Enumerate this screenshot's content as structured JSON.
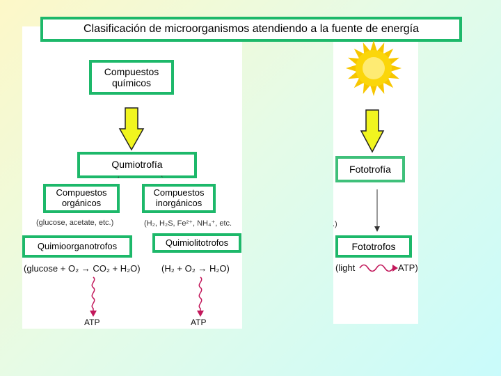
{
  "title": "Clasificación de microorganismos atendiendo a la fuente de energía",
  "colors": {
    "box_border": "#1db86a",
    "arrow_fill": "#f1f51f",
    "sun": "#f7c600",
    "wavy": "#c2185b"
  },
  "left": {
    "chemicals_label": "Compuestos químicos",
    "chemotrophy_label": "Qumiotrofía",
    "organic_label": "Compuestos orgánicos",
    "inorganic_label": "Compuestos inorgánicos",
    "organic_examples": "(glucose, acetate, etc.)",
    "inorganic_examples": "(H₂, H₂S, Fe²⁺, NH₄⁺, etc.",
    "chemoorganotrophs_label": "Quimioorganotrofos",
    "chemolithotrophs_label": "Quimiolitotrofos",
    "organic_equation": "(glucose + O₂ → CO₂ + H₂O)",
    "inorganic_equation": "(H₂ + O₂ → H₂O)",
    "atp_left": "ATP",
    "atp_middle": "ATP"
  },
  "right": {
    "phototrophy_label": "Fototrofía",
    "phototrophs_label": "Fototrofos",
    "light_label": "(light",
    "atp_label": "ATP)",
    "sun_icon": "sun-icon",
    "fragment_paren": ".)"
  }
}
